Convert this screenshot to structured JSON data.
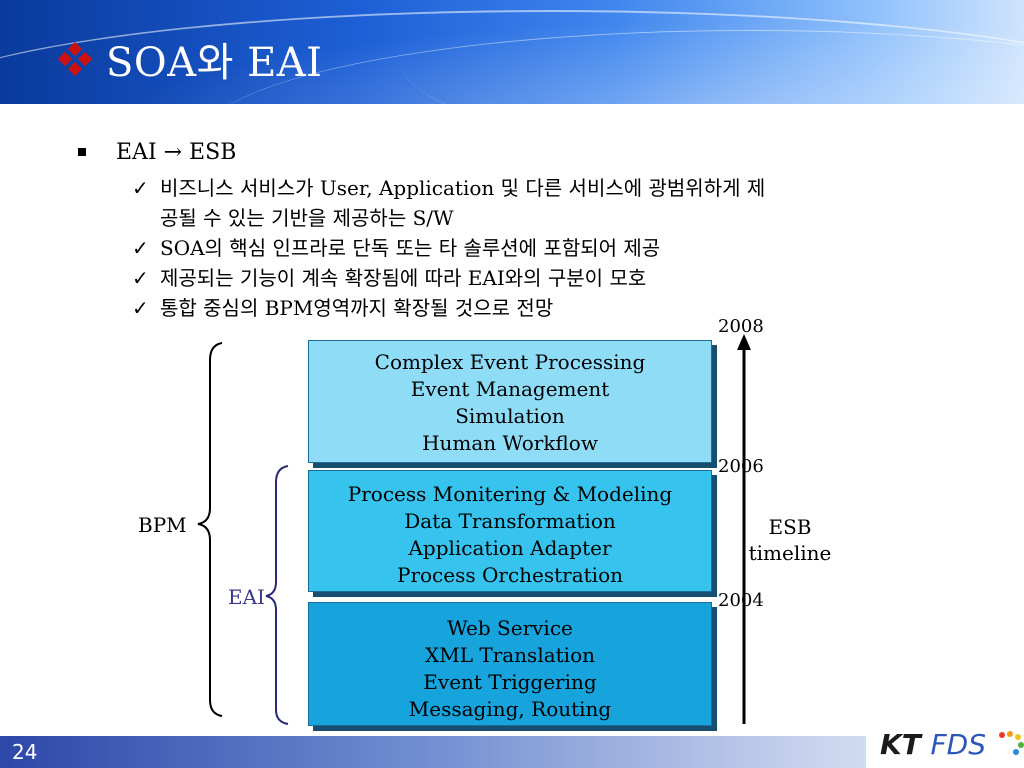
{
  "slide": {
    "title": "SOA와 EAI",
    "page_number": "24"
  },
  "bullets": {
    "level1": "EAI → ESB",
    "items": [
      {
        "line1": "비즈니스 서비스가 User, Application 및 다른 서비스에 광범위하게 제",
        "line2": "공될 수 있는 기반을 제공하는 S/W"
      },
      {
        "line1": "SOA의 핵심 인프라로 단독 또는 타 솔루션에 포함되어 제공"
      },
      {
        "line1": "제공되는 기능이 계속 확장됨에 따라 EAI와의 구분이 모호"
      },
      {
        "line1": "통합 중심의 BPM영역까지 확장될 것으로 전망"
      }
    ]
  },
  "diagram": {
    "layers": [
      {
        "lines": [
          "Complex Event Processing",
          "Event Management",
          "Simulation",
          "Human Workflow"
        ]
      },
      {
        "lines": [
          "Process Monitering & Modeling",
          "Data Transformation",
          "Application Adapter",
          "Process Orchestration"
        ]
      },
      {
        "lines": [
          "Web Service",
          "XML Translation",
          "Event Triggering",
          "Messaging, Routing"
        ]
      }
    ],
    "years": [
      "2008",
      "2006",
      "2004"
    ],
    "bpm_label": "BPM",
    "eai_label": "EAI",
    "esb_label_line1": "ESB",
    "esb_label_line2": "timeline"
  },
  "logo": {
    "kt": "KT",
    "fds": "FDS"
  },
  "colors": {
    "title_bullet": "#cc1111",
    "layer_top": "#8fdcf7",
    "layer_mid": "#36c4ee",
    "layer_bottom": "#17a3dc",
    "eai_text": "#3a3a8c",
    "eai_brace": "#2a2a7a"
  }
}
